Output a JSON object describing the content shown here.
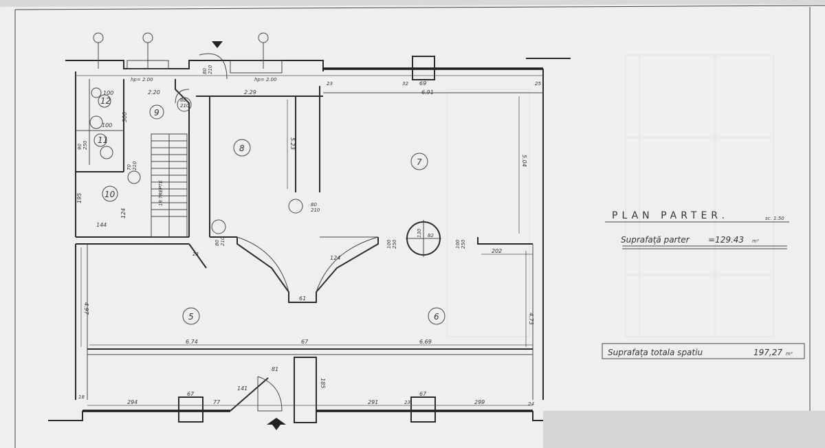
{
  "plan": {
    "title": "PLAN   PARTER.",
    "scale": "sc. 1:50",
    "ground_surface_label": "Suprafață parter",
    "ground_surface_value": "=129.43",
    "ground_surface_unit": "m²",
    "total_surface_label": "Suprafața totala spatiu",
    "total_surface_value": "197,27",
    "total_surface_unit": "m²"
  },
  "rooms": [
    {
      "label": "5"
    },
    {
      "label": "6"
    },
    {
      "label": "7"
    },
    {
      "label": "8"
    },
    {
      "label": "9"
    },
    {
      "label": "10"
    },
    {
      "label": "11"
    },
    {
      "label": "12"
    }
  ],
  "dimensions": {
    "top": [
      "2.20",
      "2.29",
      "6.91"
    ],
    "room7_height": "5.04",
    "room8_height": "5.23",
    "right_lower": "4.73",
    "left_lower": "4.97",
    "mid_left": "6.74",
    "mid_center": "67",
    "mid_right": "6.69",
    "bottom": [
      "294",
      "77",
      "141",
      "291",
      "299"
    ],
    "pillars": [
      "67",
      "67",
      "69"
    ],
    "entrance": [
      "81",
      "185"
    ],
    "arch": [
      "61",
      "124"
    ],
    "right_wall": "202",
    "small_rooms": [
      "100",
      "100",
      "144",
      "195",
      "124",
      "300"
    ],
    "corner": [
      "18",
      "24",
      "23",
      "25",
      "32",
      "23",
      "23"
    ]
  },
  "doors": [
    {
      "label": "80\n210"
    },
    {
      "label": "80\n210"
    },
    {
      "label": "80\n210"
    },
    {
      "label": "80\n210"
    },
    {
      "label": "70\n210"
    },
    {
      "label": "90\n250"
    },
    {
      "label": "100\n250"
    },
    {
      "label": "100\n250"
    }
  ],
  "windows": [
    "hp= 2.00",
    "hp= 2.00"
  ],
  "stair_label": "18 TREPTE",
  "column_label": [
    "130",
    "82"
  ],
  "colors": {
    "paper": "#f2f2f2",
    "line": "#2a2a2a",
    "background": "#dcdcdc"
  }
}
